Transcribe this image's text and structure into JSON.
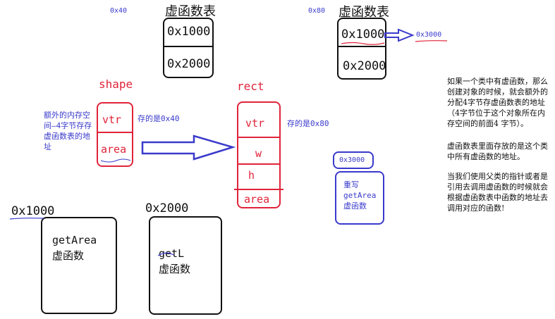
{
  "vtable1": {
    "address": "0x40",
    "title": "虚函数表",
    "entries": [
      "0x1000",
      "0x2000"
    ]
  },
  "vtable2": {
    "address": "0x80",
    "title": "虚函数表",
    "entries": [
      "0x1000",
      "0x2000"
    ],
    "override_pointer": "0x3000"
  },
  "shape": {
    "title": "shape",
    "fields": [
      "vtr",
      "area"
    ],
    "side_note": "额外的内存空间—4字节存存虚函数表的地址",
    "vtr_note": "存的是0x40"
  },
  "rect": {
    "title": "rect",
    "fields": [
      "vtr",
      "w",
      "h",
      "area"
    ],
    "vtr_note": "存的是0x80"
  },
  "override_func": {
    "address": "0x3000",
    "text": "重写\ngetArea\n虚函数"
  },
  "func1": {
    "address": "0x1000",
    "text": "getArea\n虚函数"
  },
  "func2": {
    "address": "0x2000",
    "text": "getL\n虚函数"
  },
  "explanation": {
    "paragraph1": "如果一个类中有虚函数，那么创建对象的时候，就会额外的分配4字节存虚函数表的地址（4字节位于这个对象所在内存空间的前面4 字节）。",
    "paragraph2": "虚函数表里面存放的是这个类中所有虚函数的地址。",
    "paragraph3": "当我们使用父类的指针或者是引用去调用虚函数的时候就会根据虚函数表中函数的地址去调用对应的函数!"
  },
  "colors": {
    "red": "#e0243a",
    "blue": "#3a3acc",
    "black": "#111111"
  }
}
